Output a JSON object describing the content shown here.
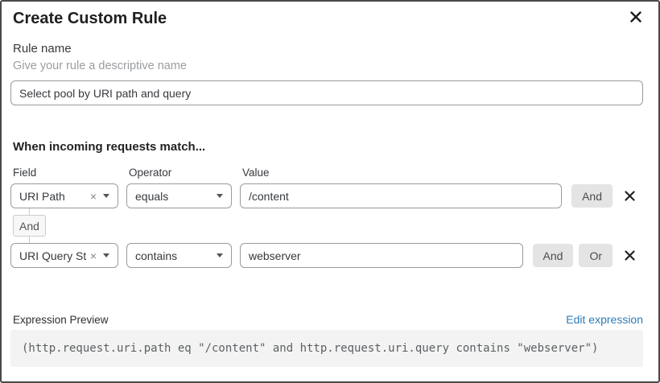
{
  "dialog": {
    "title": "Create Custom Rule"
  },
  "rule_name": {
    "label": "Rule name",
    "helper": "Give your rule a descriptive name",
    "value": "Select pool by URI path and query"
  },
  "match": {
    "heading": "When incoming requests match...",
    "columns": {
      "field": "Field",
      "operator": "Operator",
      "value": "Value"
    },
    "rows": [
      {
        "field": "URI Path",
        "operator": "equals",
        "value": "/content",
        "and_label": "And"
      },
      {
        "field": "URI Query St...",
        "operator": "contains",
        "value": "webserver",
        "and_label": "And",
        "or_label": "Or"
      }
    ],
    "connector_label": "And"
  },
  "expression": {
    "label": "Expression Preview",
    "edit_link": "Edit expression",
    "code": "(http.request.uri.path eq \"/content\" and http.request.uri.query contains \"webserver\")"
  },
  "icons": {
    "close": "x-mark",
    "clear_glyph": "×",
    "caret": "triangle-down"
  },
  "colors": {
    "link": "#2e7cb7",
    "button_bg": "#e4e4e4",
    "code_bg": "#f3f3f3",
    "border": "#9a9a9a"
  }
}
